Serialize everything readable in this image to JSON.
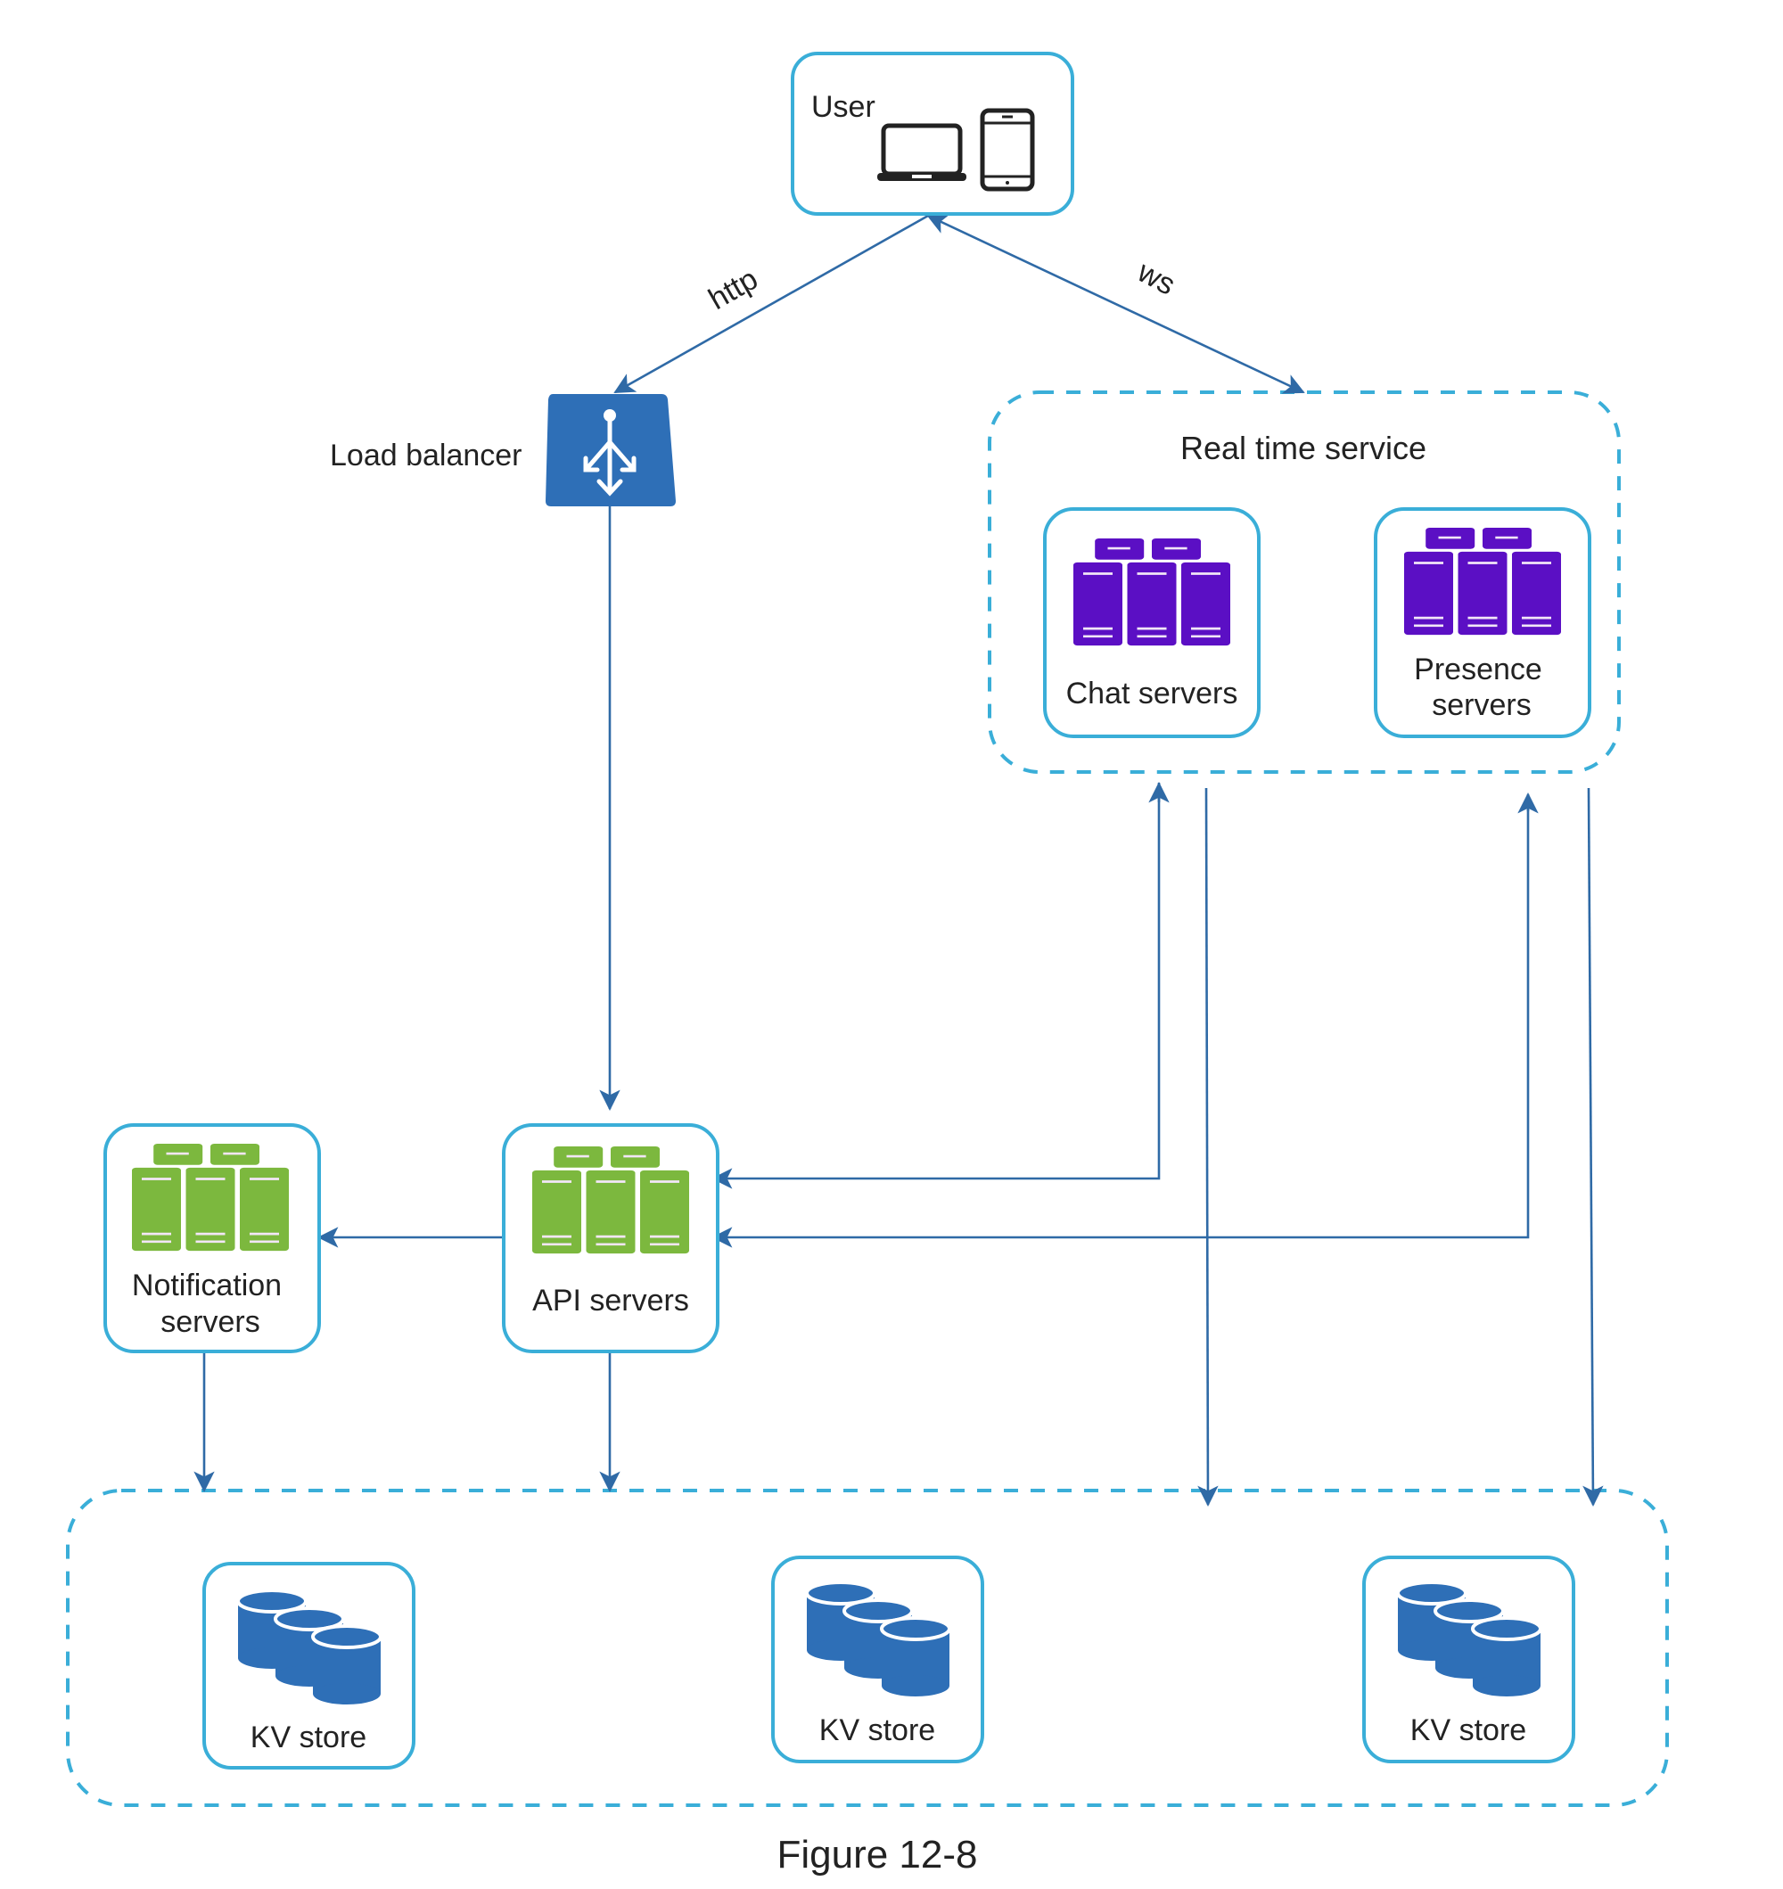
{
  "figure": {
    "caption": "Figure 12-8"
  },
  "colors": {
    "box_stroke": "#3aaed8",
    "edge": "#2f6aa6",
    "api_green": "#7cb83e",
    "realtime_purple": "#5b0fc4",
    "db_blue": "#2e6fb7",
    "lb_blue": "#2e6fb7",
    "device_black": "#222222"
  },
  "nodes": {
    "user": {
      "label": "User",
      "icons": [
        "laptop-icon",
        "tablet-icon"
      ]
    },
    "load_balancer": {
      "label": "Load balancer",
      "icon": "load-balancer-icon"
    },
    "realtime_group": {
      "label": "Real time service"
    },
    "chat": {
      "label": "Chat servers",
      "icon": "server-cluster-icon"
    },
    "presence": {
      "label_line1": "Presence",
      "label_line2": "servers",
      "icon": "server-cluster-icon"
    },
    "notification": {
      "label_line1": "Notification",
      "label_line2": "servers",
      "icon": "server-cluster-icon"
    },
    "api": {
      "label": "API servers",
      "icon": "server-cluster-icon"
    },
    "kv_stores": [
      {
        "label": "KV store",
        "icon": "database-icon"
      },
      {
        "label": "KV store",
        "icon": "database-icon"
      },
      {
        "label": "KV store",
        "icon": "database-icon"
      }
    ]
  },
  "edges": [
    {
      "from": "user",
      "to": "load_balancer",
      "label": "http"
    },
    {
      "from": "user",
      "to": "realtime_group",
      "label": "ws",
      "bidirectional": true
    },
    {
      "from": "load_balancer",
      "to": "api"
    },
    {
      "from": "chat",
      "to": "api"
    },
    {
      "from": "presence",
      "to": "api"
    },
    {
      "from": "api",
      "to": "notification"
    },
    {
      "from": "notification",
      "to": "kv_group"
    },
    {
      "from": "api",
      "to": "kv_group"
    },
    {
      "from": "realtime_group",
      "to": "kv_group"
    },
    {
      "from": "realtime_group",
      "to": "kv_group"
    }
  ]
}
